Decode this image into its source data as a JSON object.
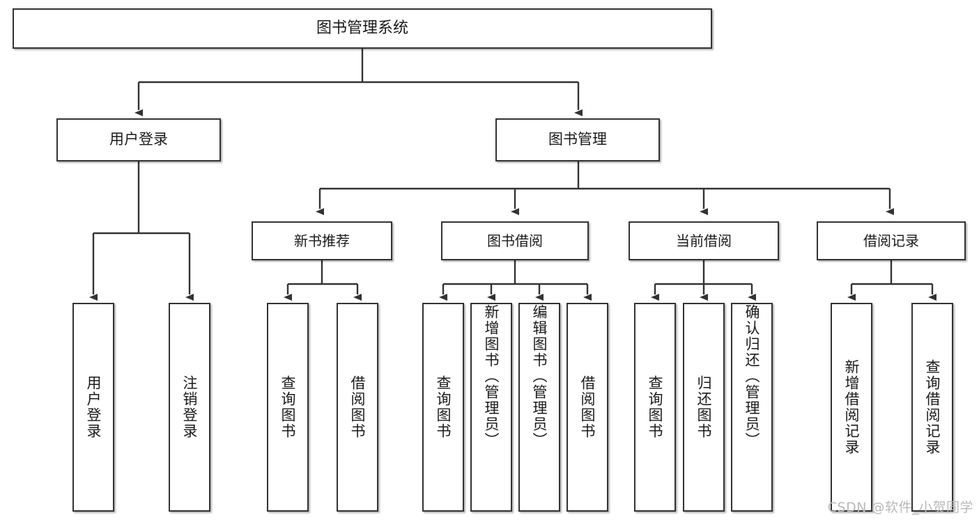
{
  "diagram": {
    "type": "hierarchy-tree",
    "title": "图书管理系统",
    "root": {
      "id": "root",
      "label": "图书管理系统"
    },
    "level1": [
      {
        "id": "user-login",
        "label": "用户登录"
      },
      {
        "id": "book-management",
        "label": "图书管理"
      }
    ],
    "level2": [
      {
        "id": "new-book-recommend",
        "label": "新书推荐",
        "parent": "book-management"
      },
      {
        "id": "book-borrow",
        "label": "图书借阅",
        "parent": "book-management"
      },
      {
        "id": "current-borrow",
        "label": "当前借阅",
        "parent": "book-management"
      },
      {
        "id": "borrow-record",
        "label": "借阅记录",
        "parent": "book-management"
      }
    ],
    "leaves": [
      {
        "id": "leaf-user-login",
        "label": "用户登录",
        "parent": "user-login"
      },
      {
        "id": "leaf-user-logout",
        "label": "注销登录",
        "parent": "user-login"
      },
      {
        "id": "leaf-query-book-1",
        "label": "查询图书",
        "parent": "new-book-recommend"
      },
      {
        "id": "leaf-borrow-book-1",
        "label": "借阅图书",
        "parent": "new-book-recommend"
      },
      {
        "id": "leaf-query-book-2",
        "label": "查询图书",
        "parent": "book-borrow"
      },
      {
        "id": "leaf-add-book",
        "label": "新增图书（管理员）",
        "parent": "book-borrow"
      },
      {
        "id": "leaf-edit-book",
        "label": "编辑图书（管理员）",
        "parent": "book-borrow"
      },
      {
        "id": "leaf-borrow-book-2",
        "label": "借阅图书",
        "parent": "book-borrow"
      },
      {
        "id": "leaf-query-book-3",
        "label": "查询图书",
        "parent": "current-borrow"
      },
      {
        "id": "leaf-return-book",
        "label": "归还图书",
        "parent": "current-borrow"
      },
      {
        "id": "leaf-confirm-return",
        "label": "确认归还（管理员）",
        "parent": "current-borrow"
      },
      {
        "id": "leaf-add-record",
        "label": "新增借阅记录",
        "parent": "borrow-record"
      },
      {
        "id": "leaf-query-record",
        "label": "查询借阅记录",
        "parent": "borrow-record"
      }
    ],
    "watermark": "CSDN @软件_小贺同学",
    "colors": {
      "border": "#333333",
      "background": "#ffffff",
      "text": "#1a1a1a",
      "watermark": "#b9b9b9"
    }
  }
}
